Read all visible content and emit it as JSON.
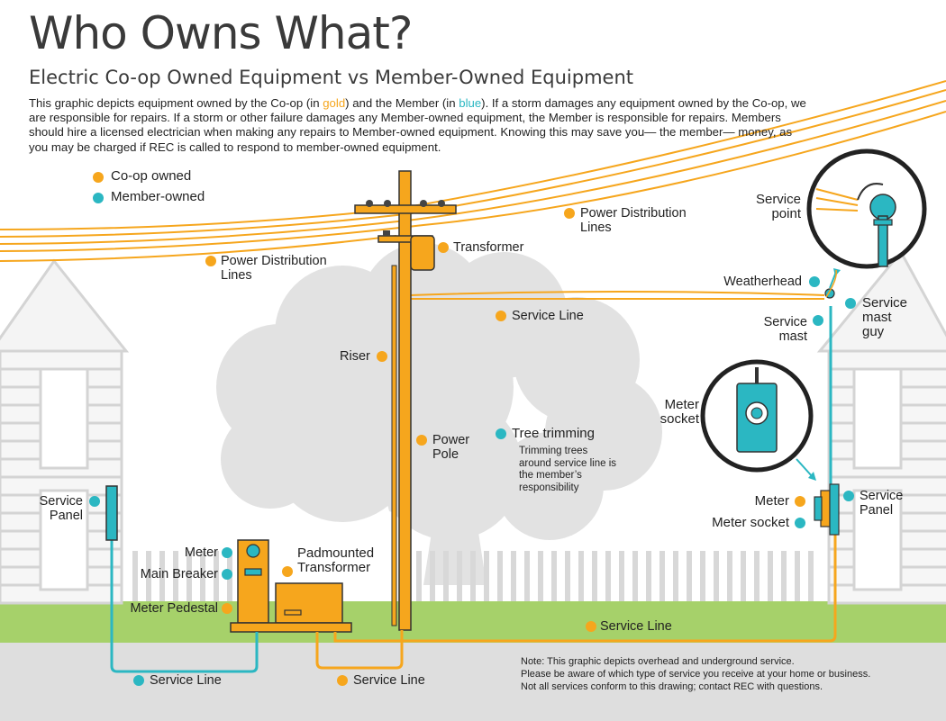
{
  "header": {
    "title": "Who Owns What?",
    "subtitle": "Electric Co-op Owned Equipment vs Member-Owned Equipment",
    "intro_part1": "This graphic depicts equipment owned by the Co-op (in ",
    "intro_gold": "gold",
    "intro_part2": ") and the Member (in ",
    "intro_blue": "blue",
    "intro_part3": "). If a storm damages any equipment owned by the Co-op, we are responsible for repairs. If a storm or other failure damages any Member-owned equipment, the Member is responsible for repairs. Members should hire a licensed electrician when making any repairs to Member-owned equipment. Knowing this may save you— the member— money, as you may be charged if REC is called to respond to member-owned equipment."
  },
  "legend": {
    "coop": "Co-op owned",
    "member": "Member-owned"
  },
  "colors": {
    "coop_gold": "#f6a61d",
    "member_blue": "#2bb7c2",
    "grass": "#a6d16a",
    "house_gray": "#d8d8d8"
  },
  "labels": {
    "power_lines_left_1": "Power Distribution",
    "power_lines_left_2": "Lines",
    "power_lines_right_1": "Power Distribution",
    "power_lines_right_2": "Lines",
    "transformer": "Transformer",
    "service_line_top": "Service Line",
    "riser": "Riser",
    "power_pole_1": "Power",
    "power_pole_2": "Pole",
    "tree_trimming": "Tree trimming",
    "tree_trimming_desc_1": "Trimming trees",
    "tree_trimming_desc_2": "around service line is",
    "tree_trimming_desc_3": "the member’s",
    "tree_trimming_desc_4": "responsibility",
    "service_point_1": "Service",
    "service_point_2": "point",
    "weatherhead": "Weatherhead",
    "service_mast_1": "Service",
    "service_mast_2": "mast",
    "service_mast_guy_1": "Service",
    "service_mast_guy_2": "mast",
    "service_mast_guy_3": "guy",
    "meter_socket_zoom_1": "Meter",
    "meter_socket_zoom_2": "socket",
    "meter_right": "Meter",
    "meter_socket_right": "Meter socket",
    "service_panel_right_1": "Service",
    "service_panel_right_2": "Panel",
    "service_panel_left_1": "Service",
    "service_panel_left_2": "Panel",
    "meter_left": "Meter",
    "main_breaker": "Main Breaker",
    "meter_pedestal": "Meter Pedestal",
    "padmounted_1": "Padmounted",
    "padmounted_2": "Transformer",
    "service_line_ground_right": "Service Line",
    "service_line_bottom_left": "Service Line",
    "service_line_bottom_mid": "Service Line"
  },
  "note": {
    "line1": "Note: This graphic depicts overhead and underground service.",
    "line2": "Please be aware of which type of service you receive at your home or business.",
    "line3": "Not all services conform to this drawing; contact REC with questions."
  }
}
